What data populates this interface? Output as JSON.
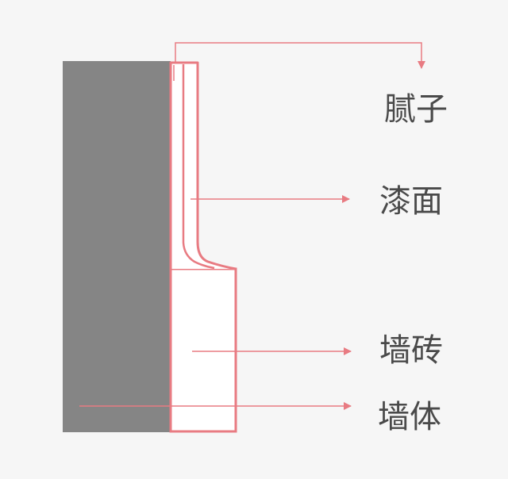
{
  "labels": {
    "putty": "腻子",
    "paint": "漆面",
    "tile": "墙砖",
    "wall": "墙体"
  },
  "colors": {
    "background": "#f6f6f6",
    "wall": "#858585",
    "outline": "#e87b82",
    "text": "#4a4a4a"
  }
}
